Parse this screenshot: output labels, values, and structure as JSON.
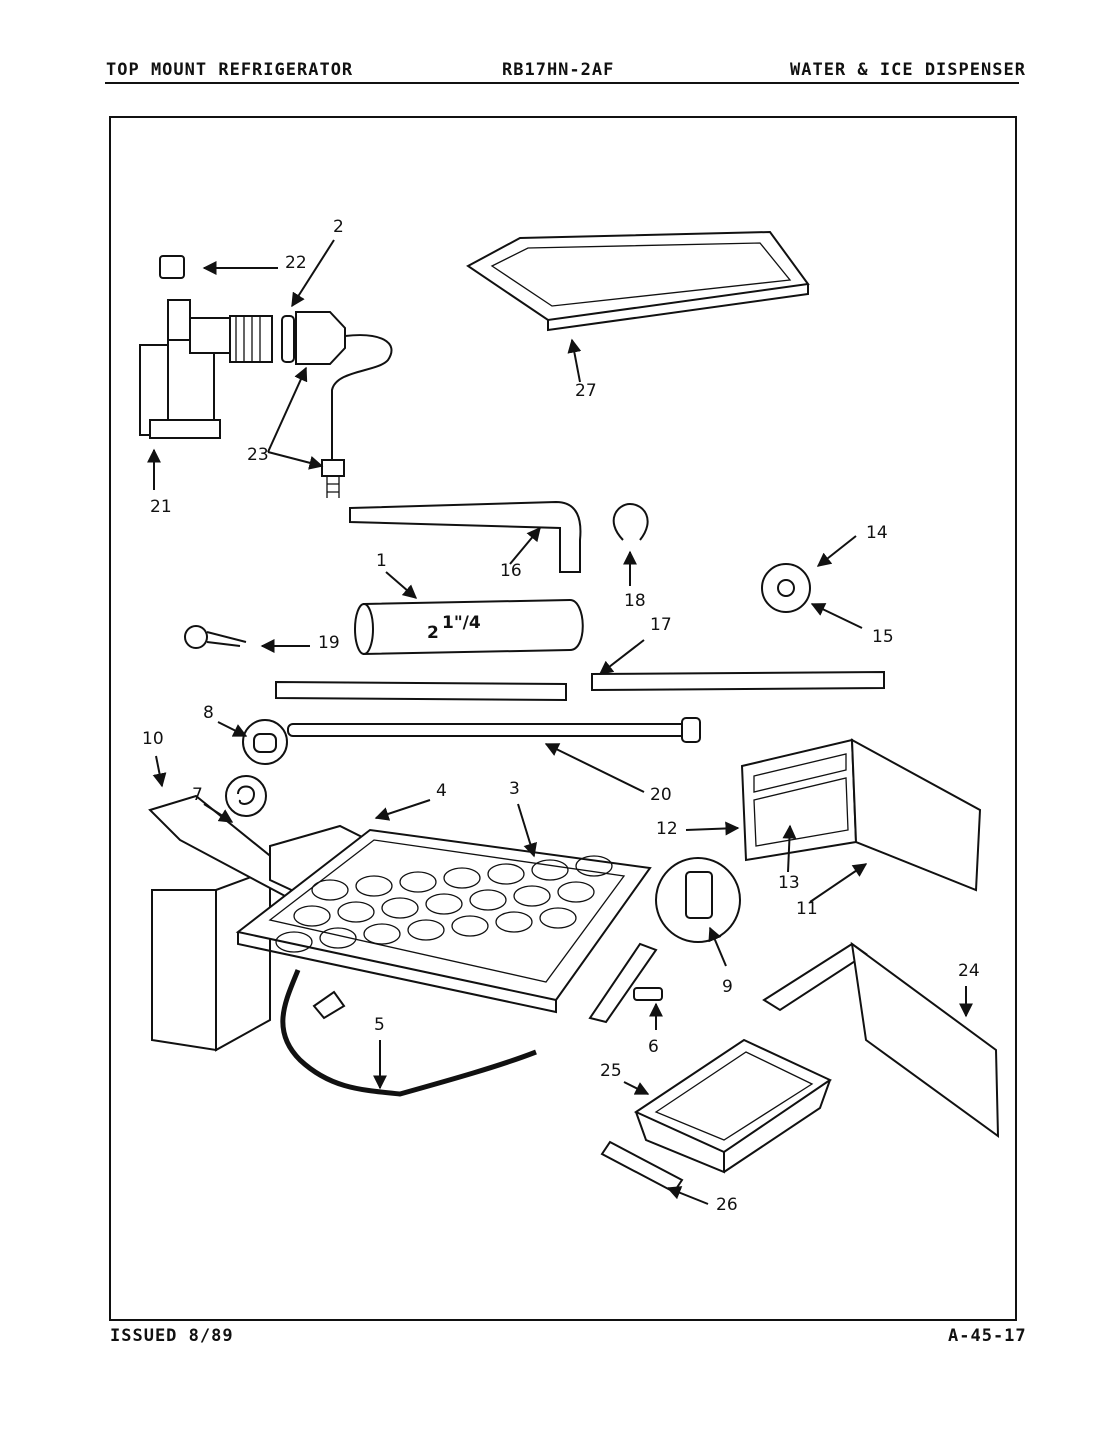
{
  "header": {
    "left": "TOP MOUNT REFRIGERATOR",
    "center": "RB17HN-2AF",
    "right": "WATER & ICE DISPENSER"
  },
  "footer": {
    "left": "ISSUED 8/89",
    "right": "A-45-17"
  },
  "dimension_label": "2",
  "dimension_fraction": "1\"/4",
  "callouts": [
    "1",
    "2",
    "3",
    "4",
    "5",
    "6",
    "7",
    "8",
    "9",
    "10",
    "11",
    "12",
    "13",
    "14",
    "15",
    "16",
    "17",
    "18",
    "19",
    "20",
    "21",
    "22",
    "23",
    "24",
    "25",
    "26",
    "27"
  ]
}
